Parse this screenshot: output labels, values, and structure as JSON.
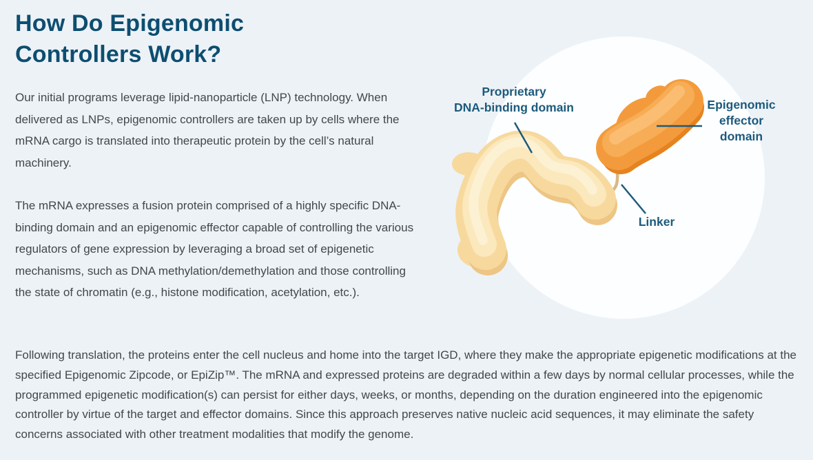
{
  "page": {
    "background_color": "#edf2f7"
  },
  "header": {
    "title_line1": "How Do Epigenomic",
    "title_line2": "Controllers Work?",
    "title_color": "#0d4e70"
  },
  "intro": {
    "paragraph1": "Our initial programs leverage lipid-nanoparticle (LNP) technology. When delivered as LNPs, epigenomic controllers are taken up by cells where the mRNA cargo is translated into therapeutic protein by the cell’s natural machinery.",
    "paragraph2": "The mRNA expresses a fusion protein comprised of a highly specific DNA-binding domain and an epigenomic effector capable of controlling the various regulators of gene expression by leveraging a broad set of epigenetic mechanisms, such as DNA methylation/demethylation and those controlling the state of chromatin (e.g., histone modification, acetylation, etc.)."
  },
  "diagram": {
    "labels": {
      "dna_binding_line1": "Proprietary",
      "dna_binding_line2": "DNA-binding domain",
      "effector_line1": "Epigenomic",
      "effector_line2": "effector",
      "effector_line3": "domain",
      "linker": "Linker"
    },
    "colors": {
      "label_text": "#1d5a7c",
      "leader_line": "#1d5a7c",
      "dna_binding_blob": "#f7d99e",
      "effector_blob": "#f39b3c",
      "linker_strand": "#dbb786",
      "backdrop_circle": "#fcfeff"
    }
  },
  "footer": {
    "paragraph": "Following translation, the proteins enter the cell nucleus and home into the target IGD, where they make the appropriate epigenetic modifications at the specified Epigenomic Zipcode, or EpiZip™. The mRNA and expressed proteins are degraded within a few days by normal cellular processes, while the programmed epigenetic modification(s) can persist for either days, weeks, or months, depending on the duration engineered into the epigenomic controller by virtue of the target and effector domains. Since this approach preserves native nucleic acid sequences, it may eliminate the safety concerns associated with other treatment modalities that modify the genome."
  }
}
